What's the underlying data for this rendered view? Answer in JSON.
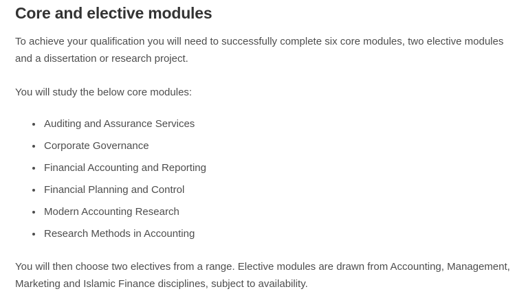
{
  "page": {
    "heading": "Core and elective modules",
    "intro": "To achieve your qualification you will need to successfully complete six core modules, two elective modules and a dissertation or research project.",
    "core_modules_intro": "You will study the below core modules:",
    "core_modules": [
      "Auditing and Assurance Services",
      "Corporate Governance",
      "Financial Accounting and Reporting",
      "Financial Planning and Control",
      "Modern Accounting Research",
      "Research Methods in Accounting"
    ],
    "electives_note": "You will then choose two electives from a range. Elective modules are drawn from Accounting, Management, Marketing and Islamic Finance disciplines, subject to availability.",
    "colors": {
      "heading": "#333333",
      "body": "#4d4d4d",
      "background": "#ffffff"
    }
  }
}
